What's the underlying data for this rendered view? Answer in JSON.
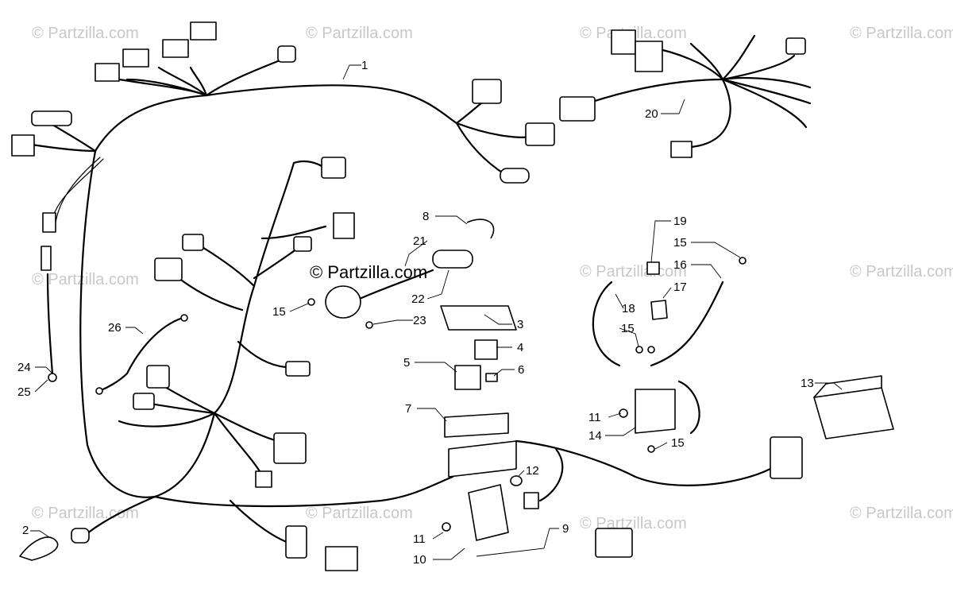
{
  "watermark": {
    "text": "© Partzilla.com",
    "center_text": "© Partzilla.com"
  },
  "callouts": [
    "1",
    "2",
    "3",
    "4",
    "5",
    "6",
    "7",
    "8",
    "9",
    "10",
    "11",
    "11",
    "12",
    "13",
    "14",
    "15",
    "15",
    "15",
    "15",
    "16",
    "17",
    "18",
    "19",
    "20",
    "21",
    "22",
    "23",
    "24",
    "25",
    "26"
  ]
}
